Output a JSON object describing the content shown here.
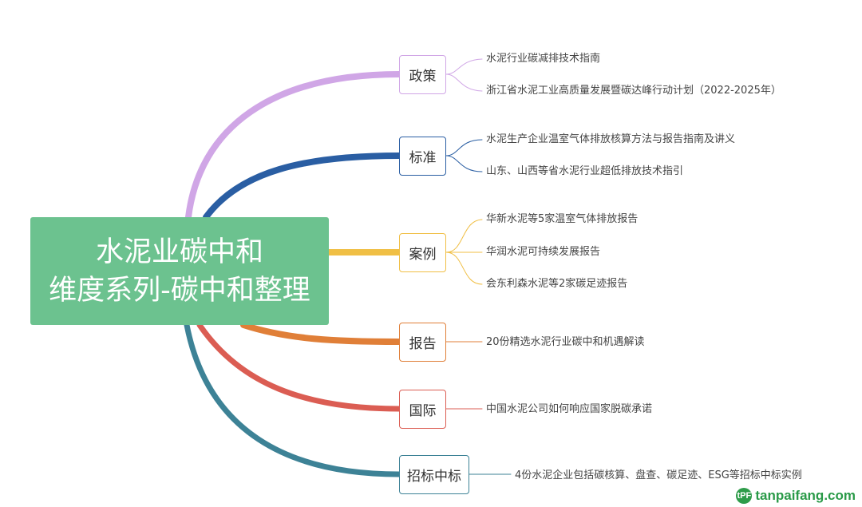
{
  "root": {
    "line1": "水泥业碳中和",
    "line2": "维度系列-碳中和整理",
    "color": "#6cc28f"
  },
  "branches": [
    {
      "label": "政策",
      "color": "#d0a6e6",
      "leaves": [
        "水泥行业碳减排技术指南",
        "浙江省水泥工业高质量发展暨碳达峰行动计划（2022-2025年）"
      ]
    },
    {
      "label": "标准",
      "color": "#2a5ea3",
      "leaves": [
        "水泥生产企业温室气体排放核算方法与报告指南及讲义",
        "山东、山西等省水泥行业超低排放技术指引"
      ]
    },
    {
      "label": "案例",
      "color": "#f0bf45",
      "leaves": [
        "华新水泥等5家温室气体排放报告",
        "华润水泥可持续发展报告",
        "会东利森水泥等2家碳足迹报告"
      ]
    },
    {
      "label": "报告",
      "color": "#e07f38",
      "leaves": [
        "20份精选水泥行业碳中和机遇解读"
      ]
    },
    {
      "label": "国际",
      "color": "#db5d53",
      "leaves": [
        "中国水泥公司如何响应国家脱碳承诺"
      ]
    },
    {
      "label": "招标中标",
      "color": "#3d8296",
      "leaves": [
        "4份水泥企业包括碳核算、盘查、碳足迹、ESG等招标中标实例"
      ]
    }
  ],
  "watermark": {
    "logo": "tPF",
    "text": "tanpaifang.com"
  }
}
